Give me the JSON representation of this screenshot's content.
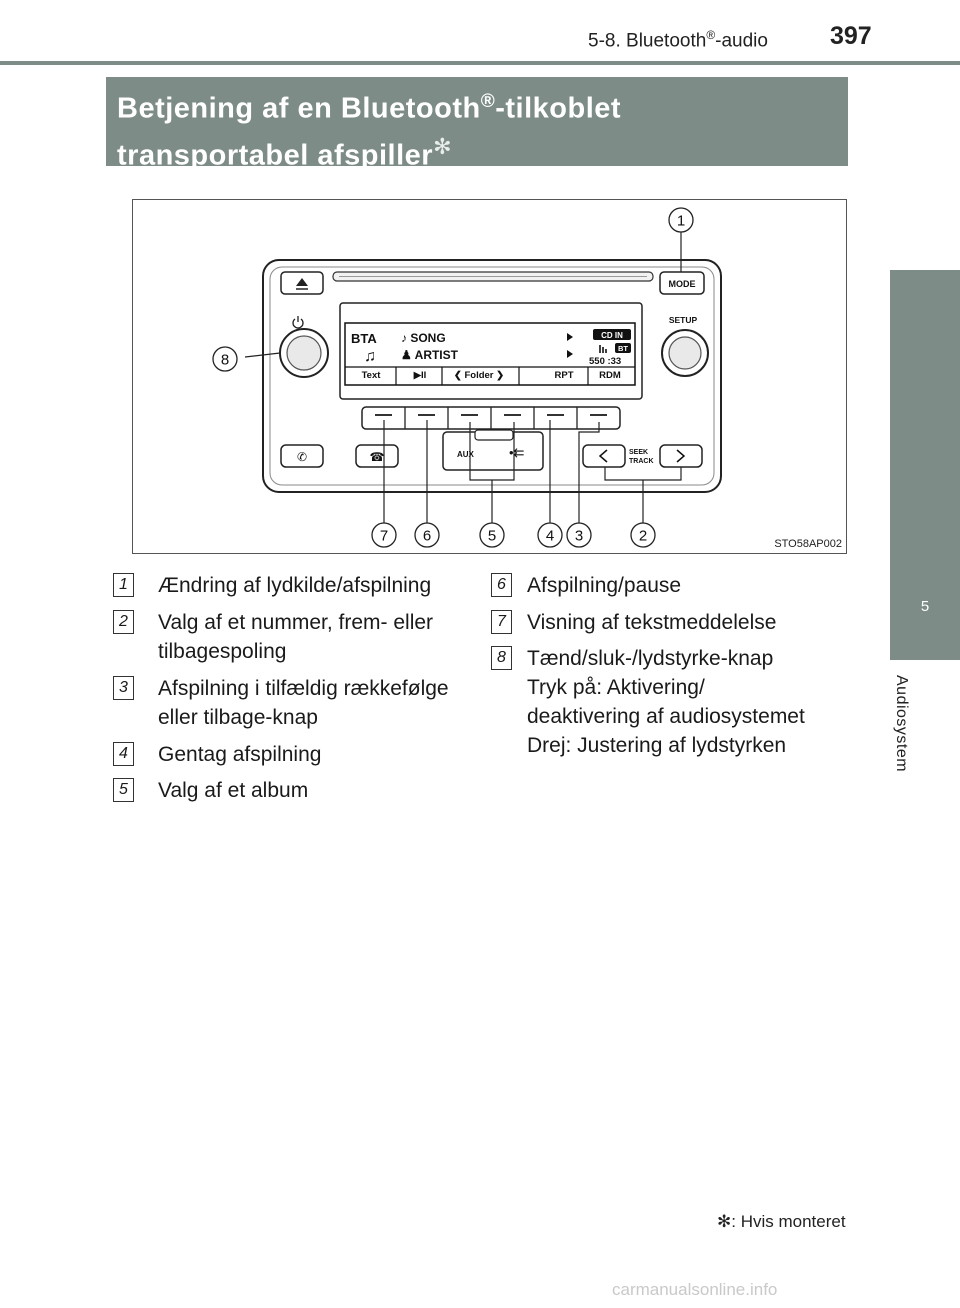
{
  "header": {
    "section_prefix": "5-8. Bluetooth",
    "section_mark": "®",
    "section_suffix": "-audio",
    "page_number": "397"
  },
  "side_tab": {
    "chapter_number": "5",
    "chapter_label": "Audiosystem"
  },
  "title": {
    "line1_prefix": "Betjening af en Bluetooth",
    "line1_mark": "®",
    "line1_suffix": "-tilkoblet",
    "line2": "transportabel afspiller",
    "asterisk": "✻"
  },
  "figure": {
    "code": "STO58AP002",
    "callouts": [
      "1",
      "2",
      "3",
      "4",
      "5",
      "6",
      "7",
      "8"
    ],
    "panel": {
      "mode": "MODE",
      "setup": "SETUP",
      "seek_track_1": "SEEK",
      "seek_track_2": "TRACK",
      "aux": "AUX",
      "display": {
        "source": "BTA",
        "song": "♪ SONG",
        "artist": "♟ ARTIST",
        "cd_in": "CD IN",
        "bt": "BT",
        "time": "550 :33",
        "softkeys": [
          "Text",
          "▶II",
          "❮ Folder ❯",
          "RPT",
          "RDM"
        ]
      }
    }
  },
  "legend_left": [
    {
      "num": "1",
      "text": "Ændring af lydkilde/afspilning"
    },
    {
      "num": "2",
      "text": "Valg af et nummer, frem- eller tilbagespoling"
    },
    {
      "num": "3",
      "text": "Afspilning i tilfældig rækkefølge eller tilbage-knap"
    },
    {
      "num": "4",
      "text": "Gentag afspilning"
    },
    {
      "num": "5",
      "text": "Valg af et album"
    }
  ],
  "legend_right": [
    {
      "num": "6",
      "text": "Afspilning/pause"
    },
    {
      "num": "7",
      "text": "Visning af tekstmeddelelse"
    },
    {
      "num": "8",
      "lines": [
        "Tænd/sluk-/lydstyrke-knap",
        "Tryk på: Aktivering/",
        "deaktivering af audiosystemet",
        "Drej: Justering af lydstyrken"
      ]
    }
  ],
  "footnote": "✻: Hvis monteret",
  "watermark": "carmanualsonline.info"
}
